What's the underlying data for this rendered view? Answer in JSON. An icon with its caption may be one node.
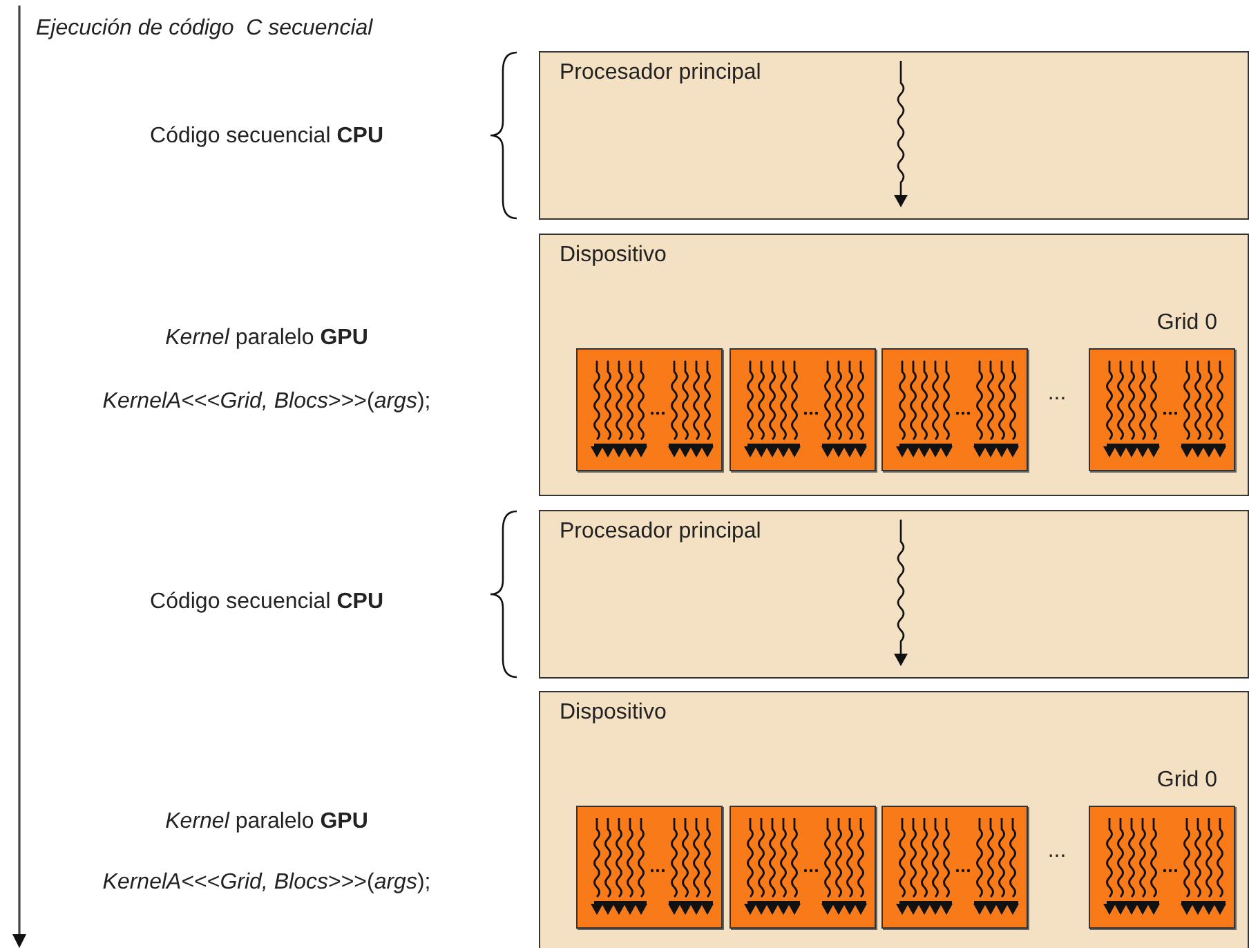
{
  "diagram": {
    "title": "Ejecución de código  C secuencial",
    "nodes": [
      {
        "text": [
          "Procesador principal"
        ]
      },
      {
        "text": [
          "Dispositivo",
          "Grid 0"
        ]
      },
      {
        "text": [],
        "shape": "box",
        "in": 1
      },
      {
        "text": [],
        "shape": "box",
        "in": 1
      },
      {
        "text": [],
        "shape": "box",
        "in": 1
      },
      {
        "text": [],
        "shape": "box",
        "in": 1
      },
      {
        "text": [
          "Procesador principal"
        ]
      },
      {
        "text": [
          "Dispositivo",
          "Grid 0"
        ]
      },
      {
        "text": [],
        "shape": "box",
        "in": 7
      },
      {
        "text": [],
        "shape": "box",
        "in": 7
      },
      {
        "text": [],
        "shape": "box",
        "in": 7
      },
      {
        "text": [],
        "shape": "box",
        "in": 7
      }
    ],
    "labels": [
      "Código secuencial **CPU**",
      "*Kernel* paralelo **GPU**",
      "*KernelA*<<<*Grid, Blocs*>>>(*args*);",
      "...",
      "Código secuencial **CPU**",
      "*Kernel* paralelo **GPU**",
      "*KernelA*<<<*Grid, Blocs*>>>(*args*);",
      "..."
    ]
  }
}
